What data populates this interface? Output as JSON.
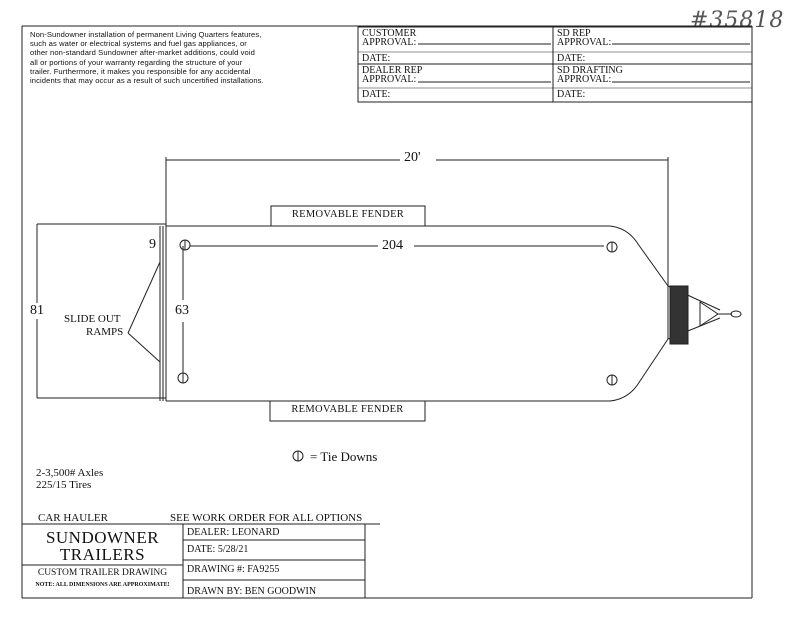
{
  "header": {
    "handwritten_number": "#35818",
    "disclaimer": [
      "Non-Sundowner installation of permanent Living Quarters features,",
      "such as water or electrical systems and fuel gas appliances, or",
      "other non-standard Sundowner after-market additions, could void",
      "all or portions of your warranty regarding the structure of your",
      "trailer.  Furthermore, it makes you responsible for any accidental",
      "incidents that may occur as a result of such uncertified installations."
    ]
  },
  "approvals": {
    "customer_label": "CUSTOMER",
    "customer_approval": "APPROVAL:",
    "customer_date": "DATE:",
    "dealer_label": "DEALER REP",
    "dealer_approval": "APPROVAL:",
    "dealer_date": "DATE:",
    "sd_rep_label": "SD REP",
    "sd_rep_approval": "APPROVAL:",
    "sd_rep_date": "DATE:",
    "sd_drafting_label": "SD DRAFTING",
    "sd_drafting_approval": "APPROVAL:",
    "sd_drafting_date": "DATE:"
  },
  "drawing": {
    "overall_length": "20'",
    "inner_length": "204",
    "front_offset": "9",
    "overall_width": "81",
    "inner_width": "63",
    "fender_top": "REMOVABLE FENDER",
    "fender_bottom": "REMOVABLE FENDER",
    "slide_out_line1": "SLIDE OUT",
    "slide_out_line2": "RAMPS",
    "legend_text": "= Tie Downs",
    "axles": "2-3,500# Axles",
    "tires": "225/15 Tires"
  },
  "title_block": {
    "model": "CAR HAULER",
    "see_order": "SEE WORK ORDER FOR ALL OPTIONS",
    "brand_line1": "SUNDOWNER",
    "brand_line2": "TRAILERS",
    "drawing_type": "CUSTOM TRAILER DRAWING",
    "note": "NOTE: ALL DIMENSIONS ARE APPROXIMATE!",
    "dealer": "DEALER: LEONARD",
    "date": "DATE: 5/28/21",
    "drawing_number": "DRAWING #: FA9255",
    "drawn_by": "DRAWN BY: BEN GOODWIN"
  }
}
